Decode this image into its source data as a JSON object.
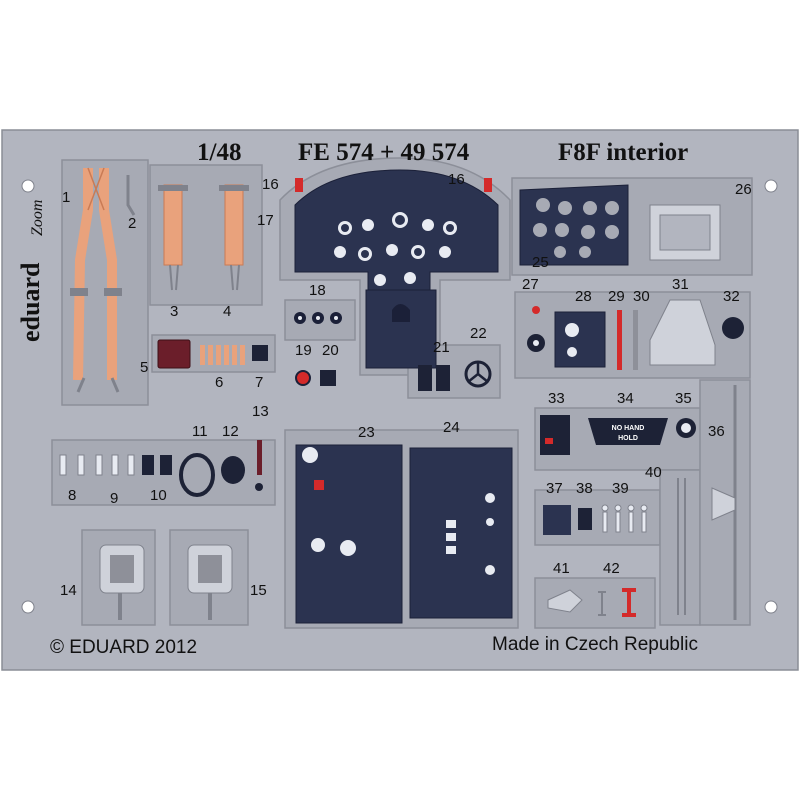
{
  "header": {
    "scale": "1/48",
    "code": "FE 574 + 49 574",
    "subject": "F8F interior"
  },
  "brand": {
    "name": "eduard",
    "line": "Zoom"
  },
  "footer": {
    "copyright": "© EDUARD 2012",
    "origin": "Made in Czech Republic"
  },
  "placard": {
    "line1": "NO HAND",
    "line2": "HOLD"
  },
  "part_numbers": [
    "1",
    "2",
    "3",
    "4",
    "5",
    "6",
    "7",
    "8",
    "9",
    "10",
    "11",
    "12",
    "13",
    "14",
    "15",
    "16",
    "16",
    "17",
    "18",
    "19",
    "20",
    "21",
    "22",
    "23",
    "24",
    "25",
    "26",
    "27",
    "28",
    "29",
    "30",
    "31",
    "32",
    "33",
    "34",
    "35",
    "36",
    "37",
    "38",
    "39",
    "40",
    "41",
    "42"
  ],
  "colors": {
    "fret": "#b2b5bf",
    "fret_edge": "#7f828c",
    "panel": "#2b3350",
    "belt": "#e9a27c",
    "cushion": "#6b1e2a",
    "red": "#d42a2a"
  }
}
